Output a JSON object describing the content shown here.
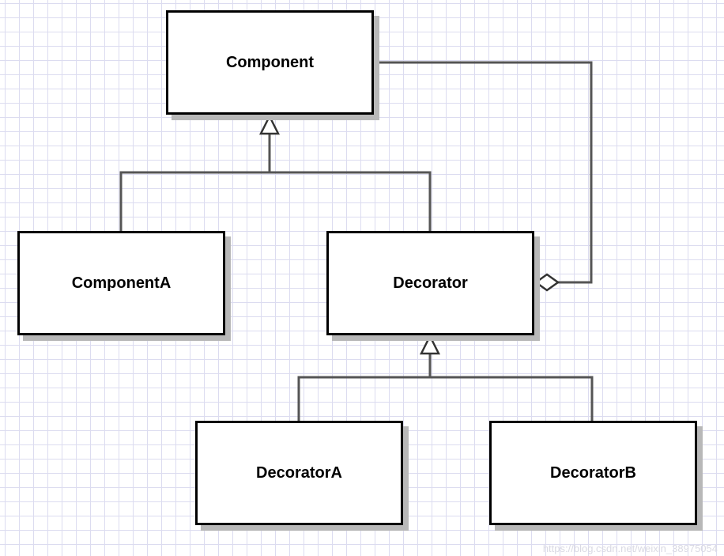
{
  "diagram": {
    "classes": {
      "component": "Component",
      "component_a": "ComponentA",
      "decorator": "Decorator",
      "decorator_a": "DecoratorA",
      "decorator_b": "DecoratorB"
    },
    "relationships": [
      {
        "type": "inheritance",
        "from": "ComponentA",
        "to": "Component"
      },
      {
        "type": "inheritance",
        "from": "Decorator",
        "to": "Component"
      },
      {
        "type": "inheritance",
        "from": "DecoratorA",
        "to": "Decorator"
      },
      {
        "type": "inheritance",
        "from": "DecoratorB",
        "to": "Decorator"
      },
      {
        "type": "aggregation",
        "whole": "Decorator",
        "part": "Component"
      }
    ],
    "colors": {
      "grid": "#dcdcf0",
      "box_border": "#000000",
      "box_shadow": "#b8b8b8",
      "connector": "#555555"
    }
  },
  "watermark": "https://blog.csdn.net/weixin_38975054"
}
